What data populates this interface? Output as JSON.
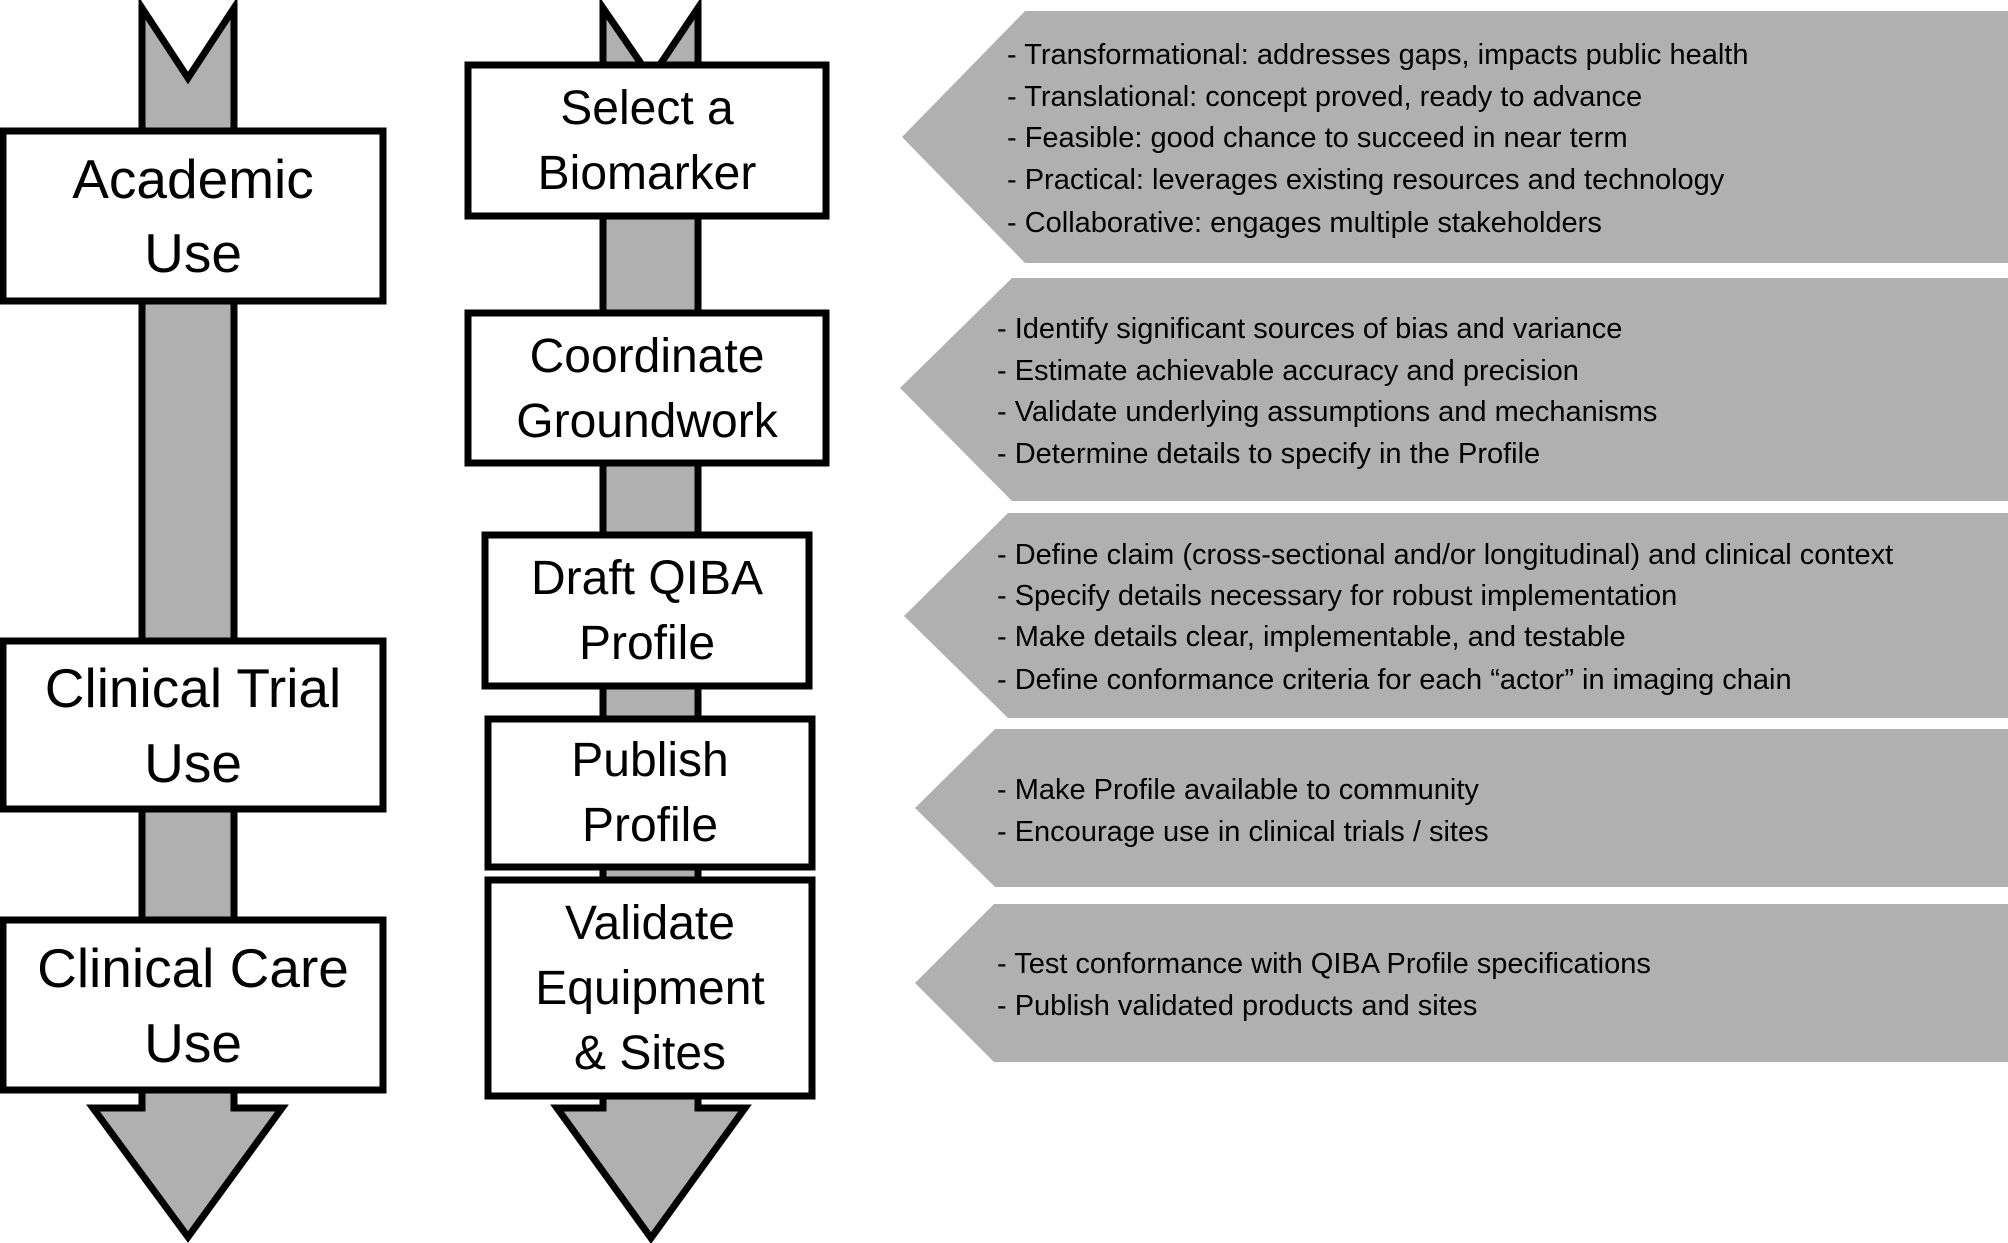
{
  "colors": {
    "arrow_fill": "#b0b0b0",
    "callout_fill": "#b0b0b0",
    "box_fill": "#ffffff",
    "stroke": "#000000",
    "text": "#000000"
  },
  "use_stages": {
    "items": [
      {
        "lines": [
          "Academic",
          "Use"
        ]
      },
      {
        "lines": [
          "Clinical Trial",
          "Use"
        ]
      },
      {
        "lines": [
          "Clinical Care",
          "Use"
        ]
      }
    ]
  },
  "process_steps": {
    "items": [
      {
        "lines": [
          "Select a",
          "Biomarker"
        ]
      },
      {
        "lines": [
          "Coordinate",
          "Groundwork"
        ]
      },
      {
        "lines": [
          "Draft QIBA",
          "Profile"
        ]
      },
      {
        "lines": [
          "Publish",
          "Profile"
        ]
      },
      {
        "lines": [
          "Validate",
          "Equipment",
          "& Sites"
        ]
      }
    ]
  },
  "callouts": {
    "items": [
      {
        "bullets": [
          "- Transformational: addresses gaps, impacts public health",
          "- Translational: concept proved, ready to advance",
          "- Feasible: good chance to succeed in near term",
          "- Practical: leverages existing resources and technology",
          "- Collaborative: engages multiple stakeholders"
        ]
      },
      {
        "bullets": [
          "- Identify significant sources of bias and variance",
          "- Estimate achievable accuracy and precision",
          "- Validate underlying assumptions and mechanisms",
          "- Determine details to specify in the Profile"
        ]
      },
      {
        "bullets": [
          "- Define claim (cross-sectional and/or longitudinal) and clinical context",
          "- Specify details necessary for robust implementation",
          "- Make details clear, implementable, and testable",
          "- Define conformance criteria for each “actor” in imaging chain"
        ]
      },
      {
        "bullets": [
          "- Make Profile available to community",
          "- Encourage use in clinical trials / sites"
        ]
      },
      {
        "bullets": [
          "- Test conformance with QIBA Profile specifications",
          "- Publish validated products and sites"
        ]
      }
    ]
  }
}
